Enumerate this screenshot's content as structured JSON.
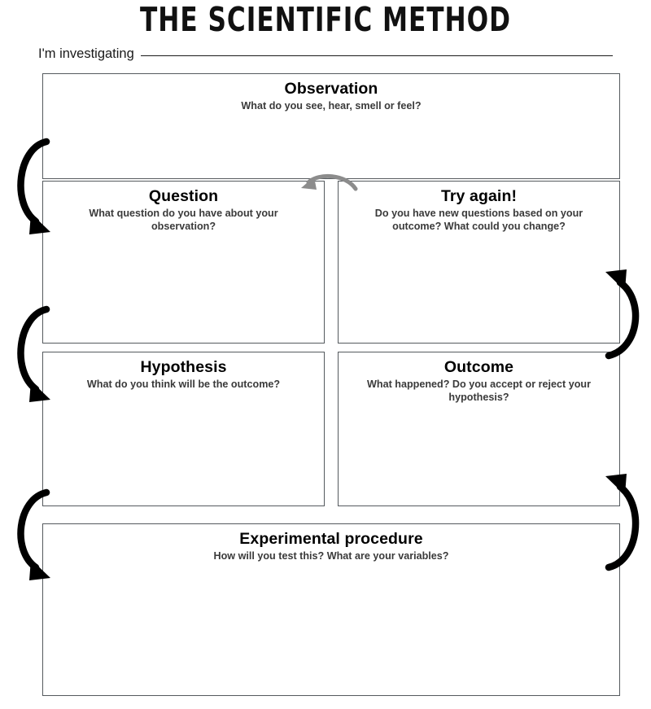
{
  "page": {
    "title": "THE SCIENTIFIC METHOD",
    "investigating_label": "I'm investigating",
    "investigating_value": "",
    "ink_color": "#000000",
    "box_border_color": "#555a5e",
    "gray_arrow_color": "#8c8c8c"
  },
  "boxes": [
    {
      "key": "observation",
      "title": "Observation",
      "prompt": "What do you see, hear, smell or feel?",
      "answer": ""
    },
    {
      "key": "question",
      "title": "Question",
      "prompt": "What question do you have about your observation?",
      "answer": ""
    },
    {
      "key": "try_again",
      "title": "Try again!",
      "prompt": "Do you have new questions based on your outcome? What could you change?",
      "answer": ""
    },
    {
      "key": "hypothesis",
      "title": "Hypothesis",
      "prompt": "What do you think will be the outcome?",
      "answer": ""
    },
    {
      "key": "outcome",
      "title": "Outcome",
      "prompt": "What happened? Do you accept or reject your hypothesis?",
      "answer": ""
    },
    {
      "key": "experimental_procedure",
      "title": "Experimental procedure",
      "prompt": "How will you test this? What are your variables?",
      "answer": ""
    }
  ],
  "arrows": [
    {
      "name": "observation-to-question-arrow",
      "style": "black-curve",
      "direction": "down",
      "side": "left"
    },
    {
      "name": "question-to-hypothesis-arrow",
      "style": "black-curve",
      "direction": "down",
      "side": "left"
    },
    {
      "name": "hypothesis-to-procedure-arrow",
      "style": "black-curve",
      "direction": "down",
      "side": "left"
    },
    {
      "name": "procedure-to-outcome-arrow",
      "style": "black-curve",
      "direction": "up",
      "side": "right"
    },
    {
      "name": "outcome-to-tryagain-arrow",
      "style": "black-curve",
      "direction": "up",
      "side": "right"
    },
    {
      "name": "tryagain-to-question-arrow",
      "style": "gray-arc",
      "direction": "left",
      "side": "top-center"
    }
  ]
}
